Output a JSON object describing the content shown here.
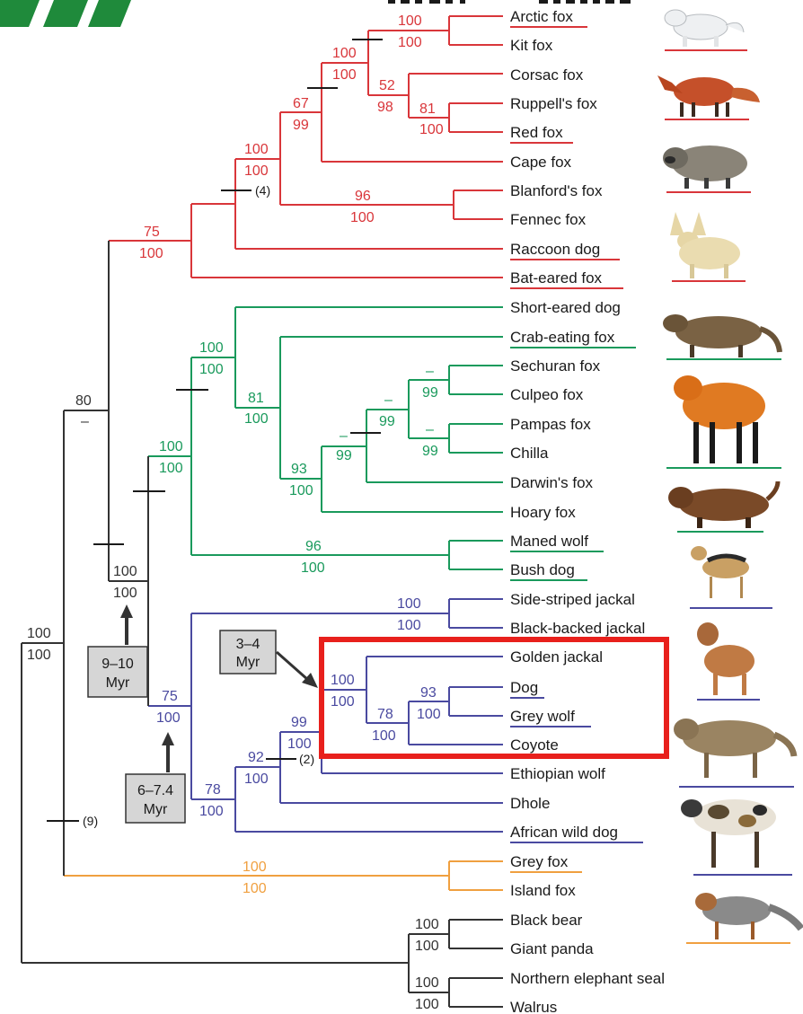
{
  "colors": {
    "fox": "#d9363a",
    "south_american": "#1a9a5c",
    "wolf": "#4a4aa0",
    "grey_fox": "#f0a040",
    "outgroup": "#333333",
    "highlight": "#e8201c",
    "logo": "#1f8a3b",
    "myr_box": "#d6d6d6"
  },
  "taxa": [
    {
      "name": "Arctic fox",
      "underline": "fox"
    },
    {
      "name": "Kit fox",
      "underline": ""
    },
    {
      "name": "Corsac fox",
      "underline": ""
    },
    {
      "name": "Ruppell's fox",
      "underline": ""
    },
    {
      "name": "Red fox",
      "underline": "fox"
    },
    {
      "name": "Cape fox",
      "underline": ""
    },
    {
      "name": "Blanford's fox",
      "underline": ""
    },
    {
      "name": "Fennec fox",
      "underline": ""
    },
    {
      "name": "Raccoon dog",
      "underline": "fox"
    },
    {
      "name": "Bat-eared fox",
      "underline": "fox"
    },
    {
      "name": "Short-eared dog",
      "underline": ""
    },
    {
      "name": "Crab-eating fox",
      "underline": "south_american"
    },
    {
      "name": "Sechuran fox",
      "underline": ""
    },
    {
      "name": "Culpeo fox",
      "underline": ""
    },
    {
      "name": "Pampas fox",
      "underline": ""
    },
    {
      "name": "Chilla",
      "underline": ""
    },
    {
      "name": "Darwin's fox",
      "underline": ""
    },
    {
      "name": "Hoary fox",
      "underline": ""
    },
    {
      "name": "Maned wolf",
      "underline": "south_american"
    },
    {
      "name": "Bush dog",
      "underline": "south_american"
    },
    {
      "name": "Side-striped jackal",
      "underline": ""
    },
    {
      "name": "Black-backed jackal",
      "underline": ""
    },
    {
      "name": "Golden jackal",
      "underline": ""
    },
    {
      "name": "Dog",
      "underline": "wolf"
    },
    {
      "name": "Grey wolf",
      "underline": "wolf"
    },
    {
      "name": "Coyote",
      "underline": ""
    },
    {
      "name": "Ethiopian wolf",
      "underline": ""
    },
    {
      "name": "Dhole",
      "underline": ""
    },
    {
      "name": "African wild dog",
      "underline": "wolf"
    },
    {
      "name": "Grey fox",
      "underline": "grey_fox"
    },
    {
      "name": "Island fox",
      "underline": ""
    },
    {
      "name": "Black bear",
      "underline": ""
    },
    {
      "name": "Giant panda",
      "underline": ""
    },
    {
      "name": "Northern elephant seal",
      "underline": ""
    },
    {
      "name": "Walrus",
      "underline": ""
    }
  ],
  "support_labels": {
    "arctic_kit": {
      "top": "100",
      "bottom": "100"
    },
    "vulpes": {
      "top": "100",
      "bottom": "100"
    },
    "corsac_ruppell_red": {
      "top": "52",
      "bottom": "98"
    },
    "ruppell_red": {
      "top": "81",
      "bottom": "100"
    },
    "vulpes_cape": {
      "top": "67",
      "bottom": "99"
    },
    "blanford_fennec": {
      "top": "96",
      "bottom": "100"
    },
    "vulpini": {
      "top": "100",
      "bottom": "100"
    },
    "fox_clade": {
      "top": "75",
      "bottom": "100"
    },
    "south_american": {
      "top": "100",
      "bottom": "100"
    },
    "cerdocyon_group": {
      "top": "81",
      "bottom": "100"
    },
    "sechuran_culpeo": {
      "top": "–",
      "bottom": "99"
    },
    "pampas_chilla": {
      "top": "–",
      "bottom": "99"
    },
    "lycalopex_core": {
      "top": "–",
      "bottom": "99"
    },
    "lycalopex": {
      "top": "–",
      "bottom": "99"
    },
    "lycalopex_hoary": {
      "top": "93",
      "bottom": "100"
    },
    "maned_bush": {
      "top": "96",
      "bottom": "100"
    },
    "sa_wolf": {
      "top": "100",
      "bottom": "100"
    },
    "jackals": {
      "top": "100",
      "bottom": "100"
    },
    "wolf_like": {
      "top": "100",
      "bottom": "100"
    },
    "dog_wolf": {
      "top": "93",
      "bottom": "100"
    },
    "dog_wolf_coyote": {
      "top": "78",
      "bottom": "100"
    },
    "with_ethiopian": {
      "top": "99",
      "bottom": "100"
    },
    "with_dhole": {
      "top": "92",
      "bottom": "100"
    },
    "with_wild_dog": {
      "top": "78",
      "bottom": "100"
    },
    "wolf_clade": {
      "top": "75",
      "bottom": "100"
    },
    "canini_vulpini": {
      "top": "100",
      "bottom": "100"
    },
    "canidae": {
      "top": "80",
      "bottom": "–"
    },
    "grey_island": {
      "top": "100",
      "bottom": "100"
    },
    "bear_panda": {
      "top": "100",
      "bottom": "100"
    },
    "seal_walrus": {
      "top": "100",
      "bottom": "100"
    },
    "root": {
      "top": "100",
      "bottom": "100"
    }
  },
  "annotations": {
    "vulpini_indel": "(4)",
    "wolf_indel": "(2)",
    "canidae_indel": "(9)"
  },
  "myr_boxes": [
    {
      "line1": "3–4",
      "line2": "Myr"
    },
    {
      "line1": "9–10",
      "line2": "Myr"
    },
    {
      "line1": "6–7.4",
      "line2": "Myr"
    }
  ]
}
